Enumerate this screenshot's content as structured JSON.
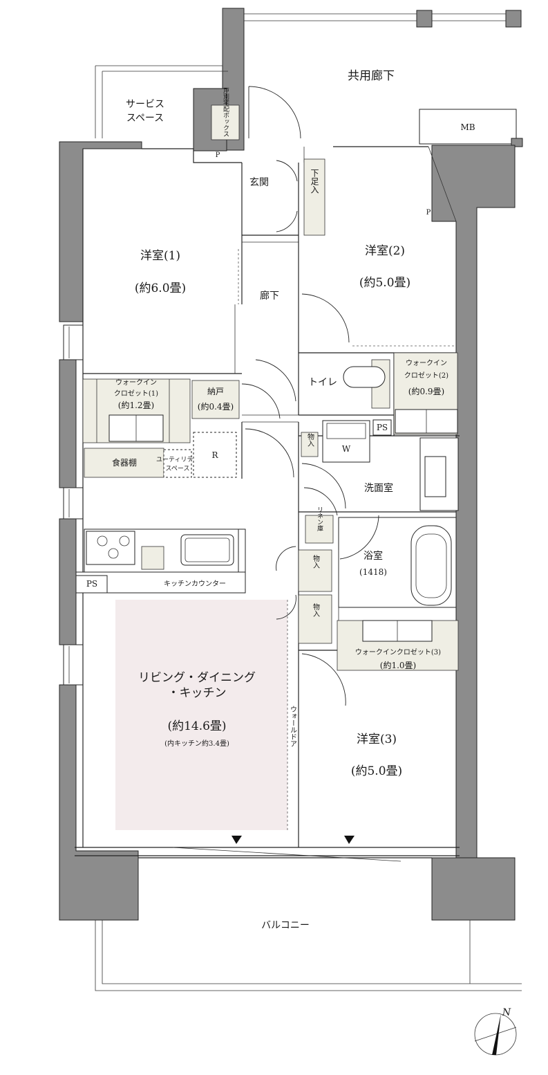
{
  "colors": {
    "wall": "#8c8c8c",
    "ldk_highlight": "#f3ebec",
    "storage_fill": "#efeee4",
    "line": "#222222"
  },
  "labels": {
    "common_corridor": "共用廊下",
    "service_space_1": "サービス",
    "service_space_2": "スペース",
    "delivery_box": "戸別宅配ボックス",
    "mb": "MB",
    "p_top": "P",
    "p_right": "P",
    "entrance": "玄関",
    "shoe_storage": "下足入",
    "room1_name": "洋室(1)",
    "room1_size": "(約6.0畳)",
    "room2_name": "洋室(2)",
    "room2_size": "(約5.0畳)",
    "hallway": "廊下",
    "toilet": "トイレ",
    "wic2_name_1": "ウォークイン",
    "wic2_name_2": "クロゼット(2)",
    "wic2_size": "(約0.9畳)",
    "wic1_name_1": "ウォークイン",
    "wic1_name_2": "クロゼット(1)",
    "wic1_size": "(約1.2畳)",
    "closet_name": "納戸",
    "closet_size": "(約0.4畳)",
    "ps_right": "PS",
    "storage_a": "物入",
    "washer": "W",
    "fridge": "R",
    "dish_shelf": "食器棚",
    "utility_1": "ユーティリティ",
    "utility_2": "スペース",
    "washroom": "洗面室",
    "linen": "リネン庫",
    "bath_name": "浴室",
    "bath_size": "(1418)",
    "ps_left": "PS",
    "kitchen_counter": "キッチンカウンター",
    "storage_b": "物入",
    "storage_c": "物入",
    "wic3_name": "ウォークインクロゼット(3)",
    "wic3_size": "(約1.0畳)",
    "ldk_name_1": "リビング・ダイニング",
    "ldk_name_2": "・キッチン",
    "ldk_size": "(約14.6畳)",
    "ldk_sub": "(内キッチン約3.4畳)",
    "wall_door": "ウォールドア",
    "room3_name": "洋室(3)",
    "room3_size": "(約5.0畳)",
    "balcony": "バルコニー",
    "north": "N"
  }
}
